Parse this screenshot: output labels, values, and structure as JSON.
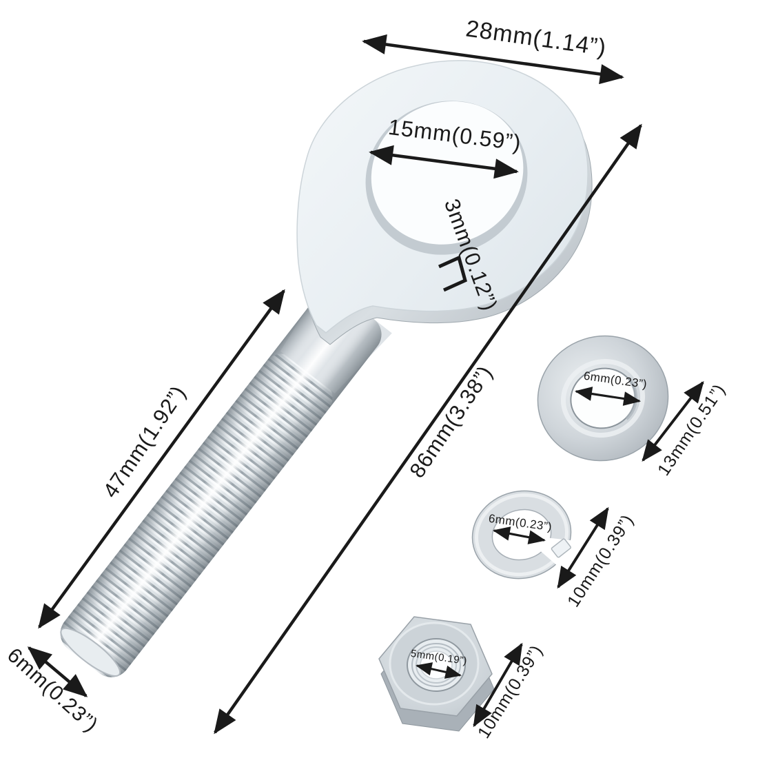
{
  "diagram": {
    "background": "#ffffff",
    "annotation_color": "#1a1a1a",
    "metal_colors": {
      "plate_face": "#e9eff3",
      "plate_edge": "#c3cacf",
      "thread_dark": "#9aa4ab",
      "thread_light": "#f4f7f9",
      "washer_silver": "#c6ccd1"
    },
    "parts": {
      "eye_bolt": "eye-bolt",
      "flat_washer": "flat-washer",
      "spring_washer": "spring-washer",
      "hex_nut": "hex-nut"
    },
    "dimensions": {
      "head_width": "28mm(1.14”)",
      "hole_diameter": "15mm(0.59”)",
      "plate_thickness": "3mm(0.12”)",
      "thread_length": "47mm(1.92”)",
      "total_length": "86mm(3.38”)",
      "shaft_diameter": "6mm(0.23”)",
      "flat_washer_hole": "6mm(0.23”)",
      "flat_washer_outer": "13mm(0.51”)",
      "spring_washer_hole": "6mm(0.23”)",
      "spring_washer_outer": "10mm(0.39”)",
      "nut_hole": "5mm(0.19”)",
      "nut_outer": "10mm(0.39”)"
    }
  }
}
